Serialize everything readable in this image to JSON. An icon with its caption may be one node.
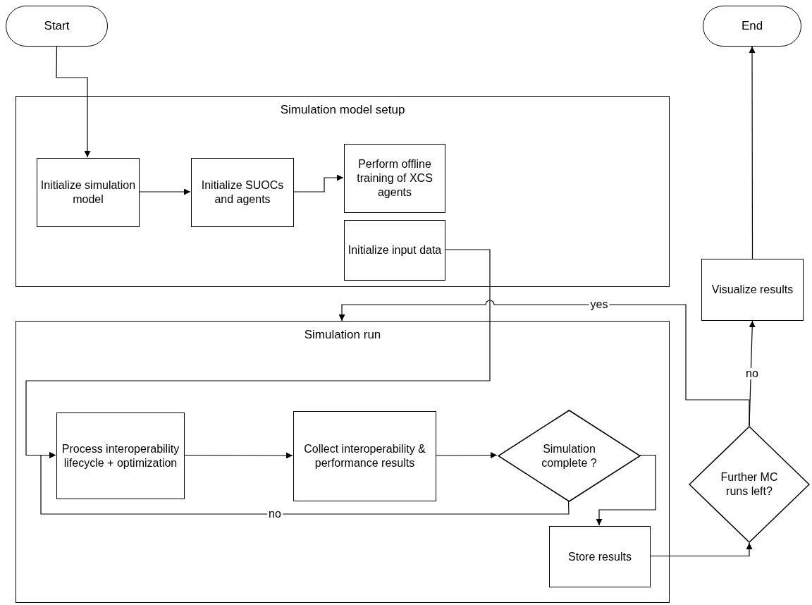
{
  "diagram": {
    "nodes": [
      {
        "text": [
          "Start"
        ]
      },
      {
        "text": [
          "Simulation model setup"
        ]
      },
      {
        "text": [
          "Initialize simulation model"
        ],
        "in": 1
      },
      {
        "text": [
          "Initialize SUOCs and agents"
        ],
        "in": 1
      },
      {
        "text": [
          "Perform offline training of XCS agents"
        ],
        "in": 1
      },
      {
        "text": [
          "Initialize input data"
        ],
        "in": 1
      },
      {
        "text": [
          "Simulation run"
        ]
      },
      {
        "text": [
          "Process interoperability lifecycle + optimization"
        ],
        "in": 6
      },
      {
        "text": [
          "Collect interoperability & performance results"
        ],
        "in": 6
      },
      {
        "text": [
          "Simulation complete ?"
        ],
        "in": 6
      },
      {
        "text": [
          "Store results"
        ],
        "in": 6
      },
      {
        "text": [
          "End"
        ]
      },
      {
        "text": [
          "Visualize results"
        ]
      },
      {
        "text": [
          "Further MC runs left?"
        ]
      }
    ],
    "edges": [
      {
        "from": 0,
        "to": 2,
        "arrow": "to"
      },
      {
        "from": 2,
        "to": 3,
        "arrow": "to"
      },
      {
        "from": 3,
        "to": 4,
        "arrow": "to"
      },
      {
        "from": 5,
        "to": 7,
        "arrow": "to"
      },
      {
        "from": 7,
        "to": 8,
        "arrow": "to"
      },
      {
        "from": 8,
        "to": 9,
        "arrow": "to"
      },
      {
        "from": 9,
        "to": 7,
        "arrow": "to",
        "label": "no"
      },
      {
        "from": 9,
        "to": 10,
        "arrow": "to"
      },
      {
        "from": 10,
        "to": 13,
        "arrow": "to"
      },
      {
        "from": 13,
        "to": 12,
        "arrow": "to",
        "label": "no"
      },
      {
        "from": 13,
        "to": 6,
        "arrow": "to",
        "label": "yes"
      },
      {
        "from": 12,
        "to": 11,
        "arrow": "to"
      }
    ]
  }
}
